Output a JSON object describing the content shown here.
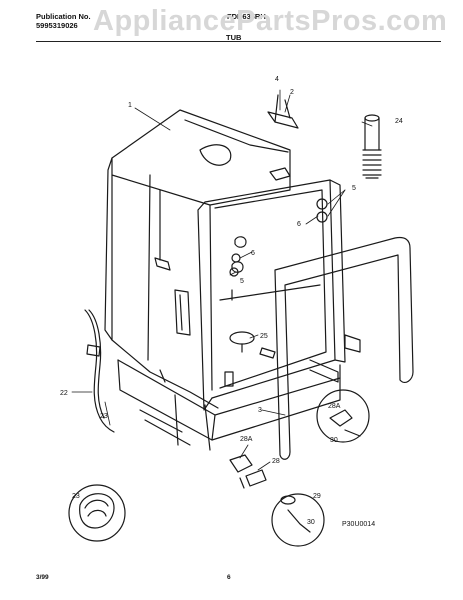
{
  "header": {
    "publication_label": "Publication No.",
    "publication_number": "5995319026",
    "model": "FDB635RH",
    "section_title": "TUB"
  },
  "watermark": "AppliancePartsPros.com",
  "callouts": {
    "c1": "1",
    "c2": "2",
    "c3": "3",
    "c4": "4",
    "c5a": "5",
    "c5b": "5",
    "c6a": "6",
    "c6b": "6",
    "c22": "22",
    "c23a": "23",
    "c23b": "23",
    "c24": "24",
    "c25": "25",
    "c28a": "28",
    "c28Aa": "28A",
    "c28Ab": "28A",
    "c29": "29",
    "c30a": "30",
    "c30b": "30"
  },
  "figure_code": "P30U0014",
  "footer": {
    "date": "3/99",
    "page": "6"
  },
  "colors": {
    "line": "#1a1a1a",
    "watermark": "#d7d7d7"
  }
}
